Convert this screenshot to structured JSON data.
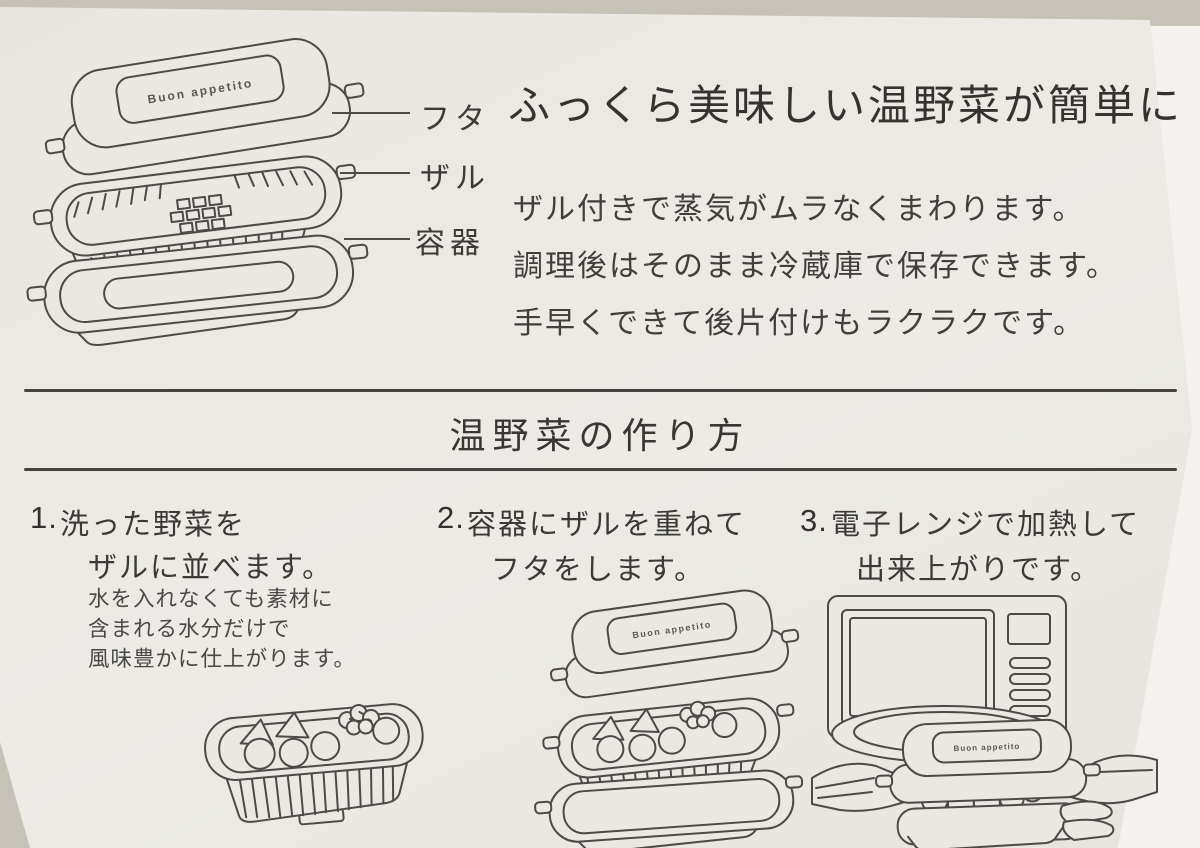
{
  "colors": {
    "background": "#c7c2b8",
    "paper": "#eae8e3",
    "ink": "#4c4a47",
    "text": "#3b3a37",
    "backdrop_right": "#f3f2ee"
  },
  "product_diagram": {
    "lid_print": "Buon appetito",
    "labels": {
      "lid": "フタ",
      "strainer": "ザル",
      "container": "容器"
    }
  },
  "headline": "ふっくら美味しい温野菜が簡単に",
  "intro_lines": [
    "ザル付きで蒸気がムラなくまわります。",
    "調理後はそのまま冷蔵庫で保存できます。",
    "手早くできて後片付けもラクラクです。"
  ],
  "section_title": "温野菜の作り方",
  "steps": [
    {
      "number": "1.",
      "line1": "洗った野菜を",
      "line2": "ザルに並べます。",
      "note_lines": [
        "水を入れなくても素材に",
        "含まれる水分だけで",
        "風味豊かに仕上がります。"
      ],
      "illustration": "vegetables-in-strainer"
    },
    {
      "number": "2.",
      "line1": "容器にザルを重ねて",
      "line2": "フタをします。",
      "illustration": "strainer-in-container-with-lid"
    },
    {
      "number": "3.",
      "line1": "電子レンジで加熱して",
      "line2": "出来上がりです。",
      "illustration": "microwave-heating"
    }
  ]
}
